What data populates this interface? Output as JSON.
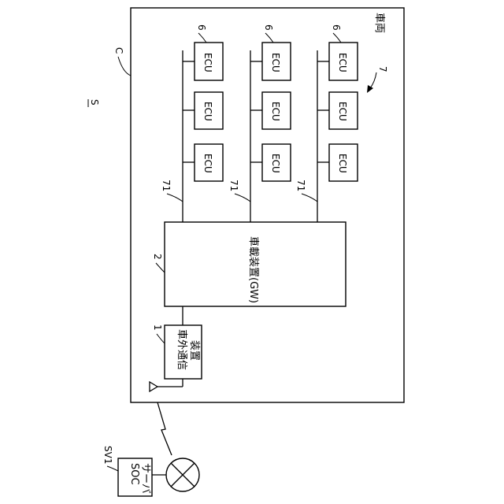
{
  "figure": {
    "system_label": "S",
    "vehicle_ref": "C",
    "vehicle_label": "車両",
    "gateway_ref": "2",
    "gateway_label": "車載装置(GW)",
    "comm_ref": "1",
    "comm_line1": "車外通信",
    "comm_line2": "装置",
    "ecu_group_ref": "7",
    "ecu_ref": "6",
    "bus_ref": "71",
    "ecu_label": "ECU",
    "server_ref": "SV1",
    "server_line1": "SOC",
    "server_line2": "サーバ"
  }
}
